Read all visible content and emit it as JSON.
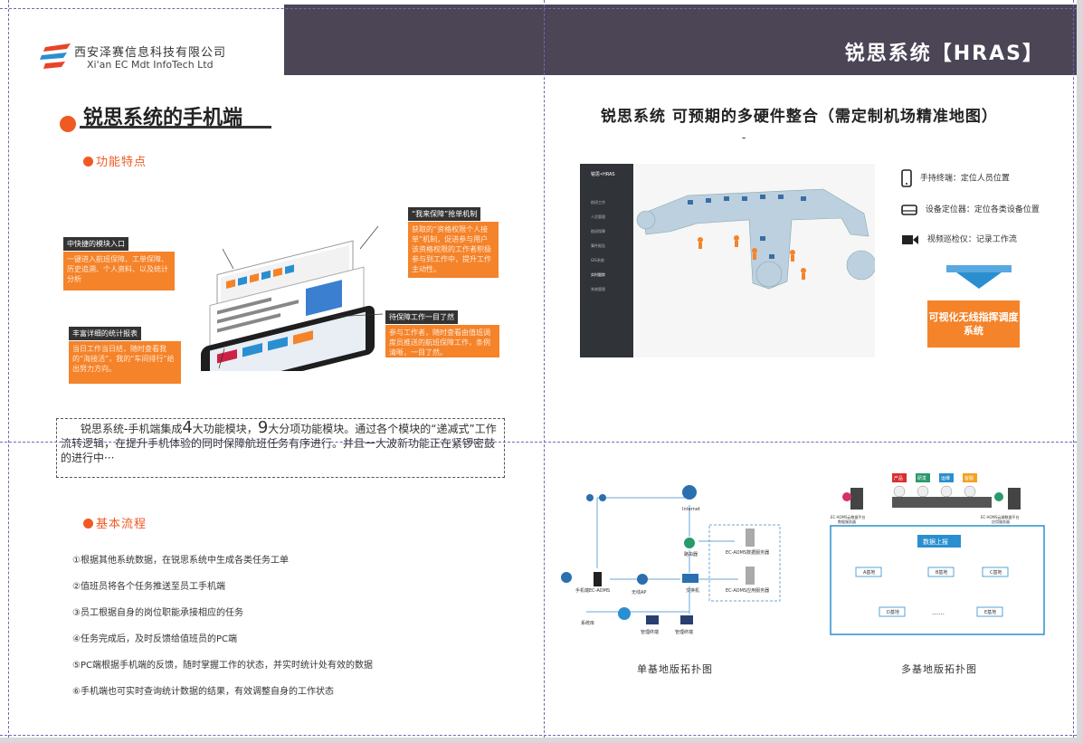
{
  "header": {
    "title": "锐思系统【HRAS】"
  },
  "company": {
    "cn": "西安泽赛信息科技有限公司",
    "en": "Xi'an EC Mdt InfoTech Ltd"
  },
  "left": {
    "main_title": "锐思系统的手机端",
    "features_heading": "功能特点",
    "callouts": [
      {
        "title": "中快捷的模块入口",
        "body": "一键进入航班保障、工单保障、历史追溯、个人资料、以及统计分析"
      },
      {
        "title": "丰富详细的统计报表",
        "body": "当日工作当日结，随时查看我的“海接活”，我的“车间排行”给出努力方向。"
      },
      {
        "title": "“我来保障”抢单机制",
        "body": "获取的“资格权限个人接单”机制，促进参与用户该资格权限的工作者积极参与到工作中，提升工作主动性。"
      },
      {
        "title": "待保障工作一目了然",
        "body": "参与工作者，随时查看由值班调度员推送的航班保障工作，条例清晰，一目了然。"
      }
    ],
    "intro_pre": "锐思系统-手机端集成",
    "intro_num1": "4",
    "intro_mid": "大功能模块，",
    "intro_num2": "9",
    "intro_post": "大分项功能模块。通过各个模块的“递减式”工作流转逻辑，在提升手机体验的同时保障航班任务有序进行。并且一大波新功能正在紧锣密鼓的进行中···",
    "process_heading": "基本流程",
    "steps": [
      "①根据其他系统数据，在锐思系统中生成各类任务工单",
      "②值班员将各个任务推送至员工手机端",
      "③员工根据自身的岗位职能承接相应的任务",
      "④任务完成后，及时反馈给值班员的PC端",
      "⑤PC端根据手机端的反馈，随时掌握工作的状态，并实时统计处有效的数据",
      "⑥手机端也可实时查询统计数据的结果，有效调整自身的工作状态"
    ]
  },
  "right": {
    "title": "锐思系统 可预期的多硬件整合（需定制机场精准地图）",
    "dash": "-",
    "map_sidebar": [
      "锐思•HRAS",
      "航班工作",
      "人员管理",
      "航班保障",
      "事件报告",
      "GIS系统",
      "实时跟踪",
      "系统管理"
    ],
    "devices": [
      {
        "icon": "phone-icon",
        "label": "手持终端：定位人员位置"
      },
      {
        "icon": "locator-icon",
        "label": "设备定位器：定位各类设备位置"
      },
      {
        "icon": "camera-icon",
        "label": "视频巡检仪：记录工作流"
      }
    ],
    "visual_box": "可视化无线指挥调度系统",
    "single_caption": "单基地版拓扑图",
    "multi_caption": "多基地版拓扑图",
    "single_nodes": [
      "Internet",
      "路由器",
      "EC-AOMS数据服务器",
      "EC-AOMS应用服务器",
      "手机端EC-AOMS",
      "无线AP",
      "交换机",
      "系统库",
      "管理终端",
      "管理终端"
    ],
    "multi_labels": [
      "数据上报",
      "A基地",
      "B基地",
      "C基地",
      "D基地",
      "E基地",
      "……",
      "EC-AOMS云数据平台",
      "数据服务器",
      "EC-AOMS云端数据平台",
      "应用服务器"
    ],
    "people_tags": [
      "产品",
      "研发",
      "运维",
      "客服"
    ]
  }
}
